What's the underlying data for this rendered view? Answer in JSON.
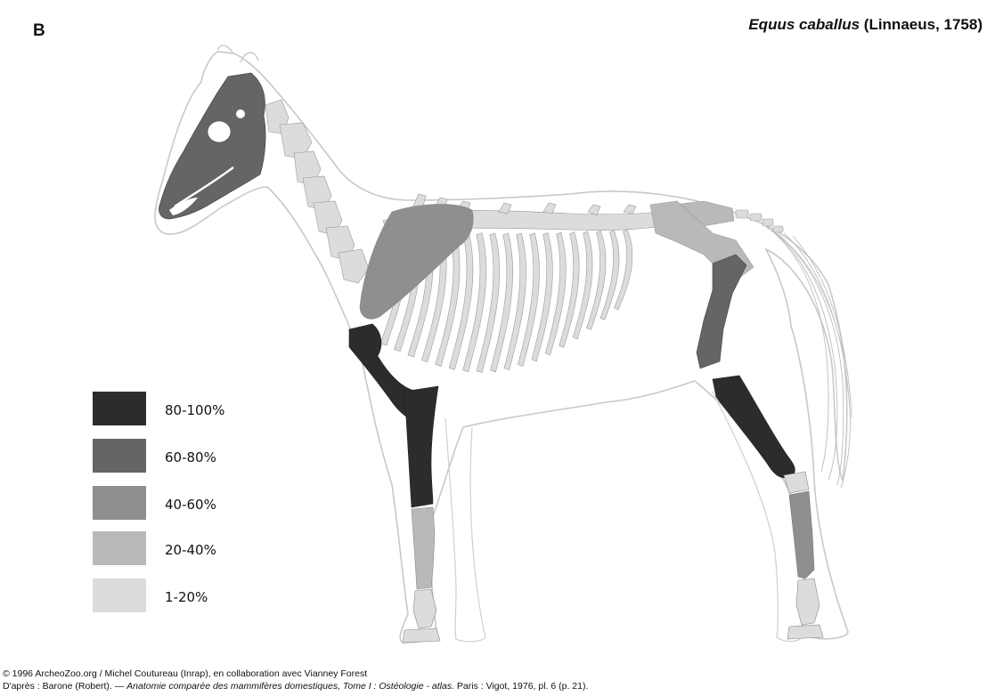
{
  "panel_label": "B",
  "species": {
    "genus_species": "Equus caballus",
    "authority": "(Linnaeus, 1758)"
  },
  "legend": [
    {
      "label": "80-100%",
      "color": "#2c2c2c"
    },
    {
      "label": "60-80%",
      "color": "#656565"
    },
    {
      "label": "40-60%",
      "color": "#8f8f8f"
    },
    {
      "label": "20-40%",
      "color": "#b9b9b9"
    },
    {
      "label": "1-20%",
      "color": "#dcdcdc"
    }
  ],
  "credits": {
    "line1": "© 1996 ArcheoZoo.org / Michel Coutureau (Inrap), en collaboration avec Vianney Forest",
    "line2_prefix": "D'après : Barone (Robert). — ",
    "line2_title": "Anatomie comparée des mammifères domestiques, Tome I : Ostéologie - atlas.",
    "line2_suffix": " Paris : Vigot, 1976, pl. 6 (p. 21)."
  },
  "bone_shading": {
    "skull": "#656565",
    "cervical_vertebrae": "#dcdcdc",
    "thoracic_lumbar_vertebrae": "#dcdcdc",
    "ribs": "#dcdcdc",
    "scapula": "#8f8f8f",
    "sacrum": "#b9b9b9",
    "pelvis": "#b9b9b9",
    "humerus": "#2c2c2c",
    "radius_ulna": "#2c2c2c",
    "fore_metacarpal": "#b9b9b9",
    "fore_phalanges": "#dcdcdc",
    "femur": "#656565",
    "tibia": "#2c2c2c",
    "hind_metatarsal": "#8f8f8f",
    "hind_phalanges": "#dcdcdc"
  }
}
